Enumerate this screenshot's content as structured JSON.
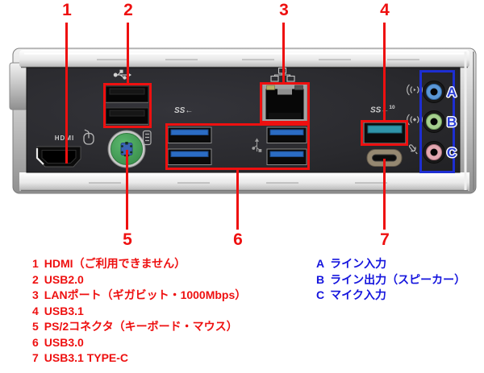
{
  "colors": {
    "annotation_red": "#ee1010",
    "annotation_blue": "#1d2ed2"
  },
  "callouts": {
    "top": [
      "1",
      "2",
      "3",
      "4"
    ],
    "bottom": [
      "5",
      "6",
      "7"
    ],
    "audio": [
      "A",
      "B",
      "C"
    ]
  },
  "panel": {
    "hdmi_label": "HDMI",
    "usb3_logo": "SS←",
    "usb31_logo": "SS←",
    "usb31_speed": "10"
  },
  "legend": {
    "ports": [
      {
        "num": "1",
        "text": "HDMI（ご利用できません）"
      },
      {
        "num": "2",
        "text": "USB2.0"
      },
      {
        "num": "3",
        "text": "LANポート（ギガビット・1000Mbps）"
      },
      {
        "num": "4",
        "text": "USB3.1"
      },
      {
        "num": "5",
        "text": "PS/2コネクタ（キーボード・マウス）"
      },
      {
        "num": "6",
        "text": "USB3.0"
      },
      {
        "num": "7",
        "text": "USB3.1 TYPE-C"
      }
    ],
    "audio": [
      {
        "num": "A",
        "text": "ライン入力"
      },
      {
        "num": "B",
        "text": "ライン出力（スピーカー）"
      },
      {
        "num": "C",
        "text": "マイク入力"
      }
    ]
  }
}
